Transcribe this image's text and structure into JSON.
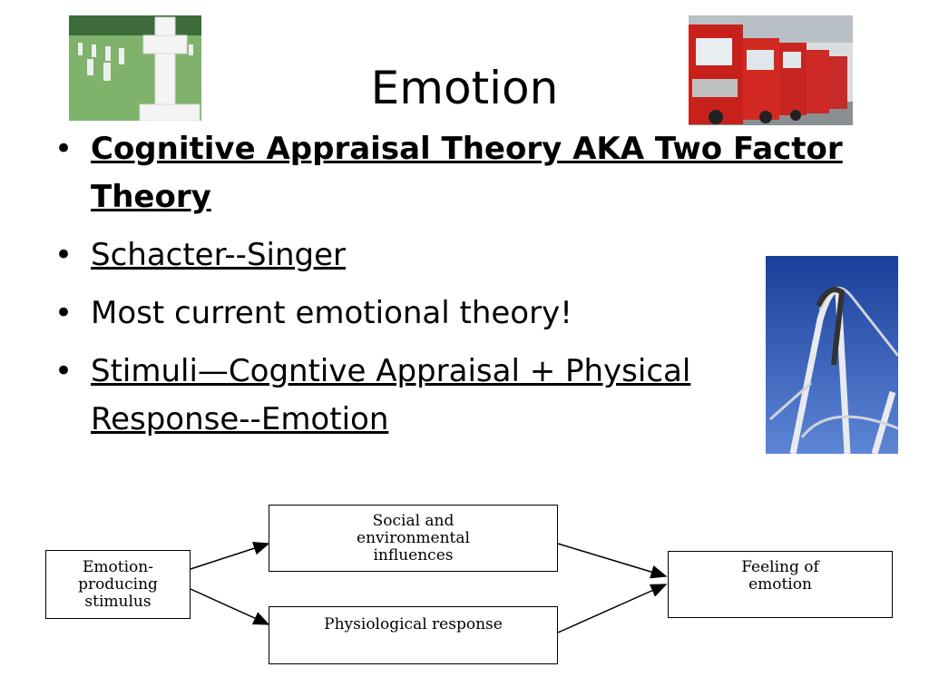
{
  "title": "Emotion",
  "bullets": [
    "Cognitive Appraisal Theory AKA  Two Factor Theory",
    "Schacter--Singer",
    "Most current emotional theory!",
    "Stimuli—Cogntive Appraisal + Physical Response--Emotion"
  ],
  "images": {
    "top_left": "cemetery-cross-photo",
    "top_right": "fire-trucks-photo",
    "right": "roller-coaster-photo"
  },
  "diagram": {
    "stimulus": "Emotion- producing stimulus",
    "social": "Social and environmental influences",
    "physiological": "Physiological response",
    "feeling": "Feeling of emotion"
  }
}
